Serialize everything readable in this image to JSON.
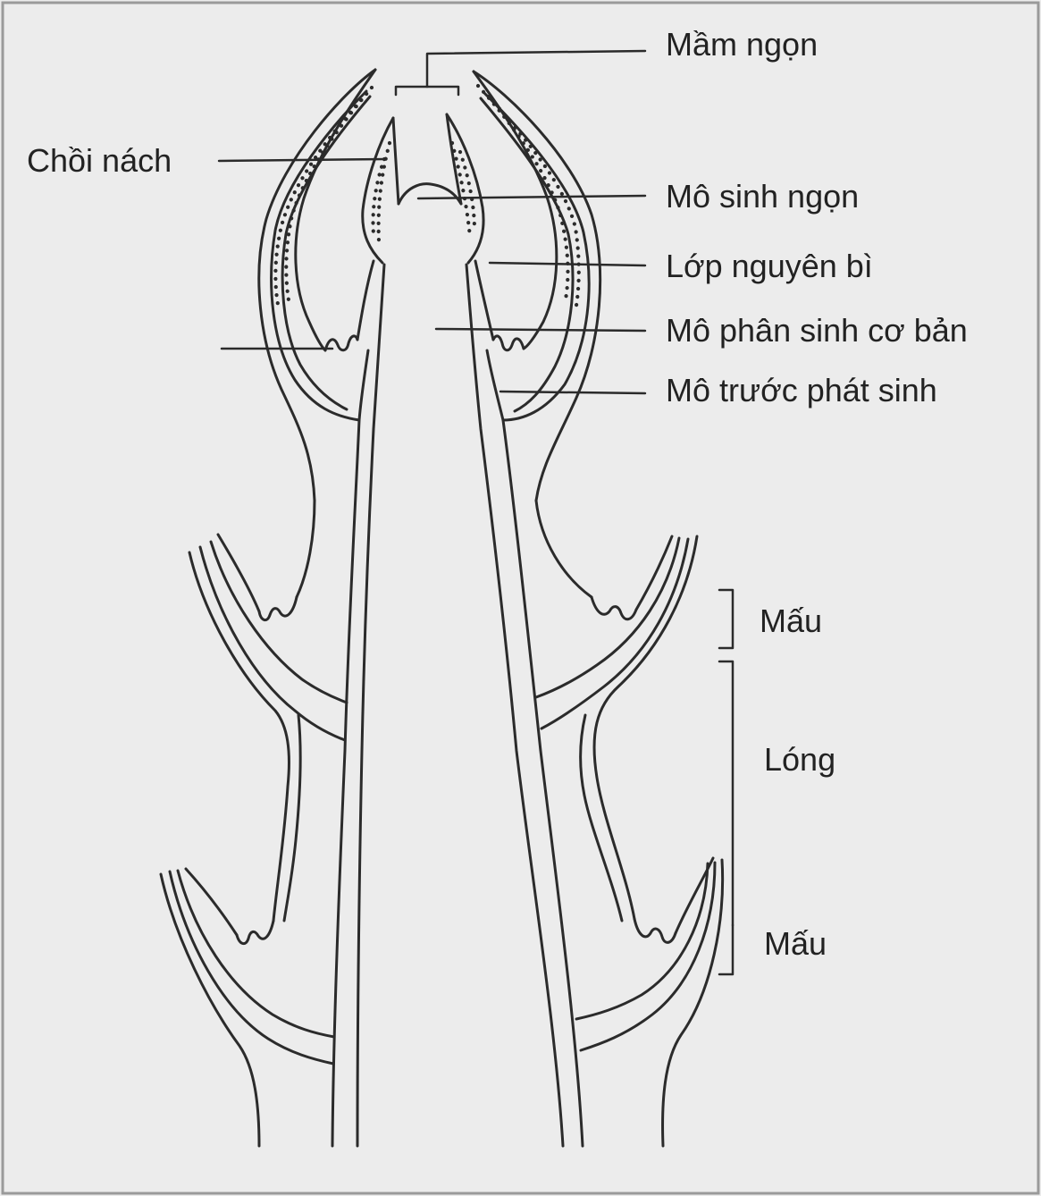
{
  "labels": {
    "apical_bud": "Mầm ngọn",
    "axillary_bud": "Chồi nách",
    "apical_meristem": "Mô sinh ngọn",
    "protoderm": "Lớp nguyên bì",
    "ground_meristem": "Mô phân sinh cơ bản",
    "procambium": "Mô trước phát sinh",
    "node_upper": "Mấu",
    "internode": "Lóng",
    "node_lower": "Mấu"
  },
  "colors": {
    "ink": "#2b2b2b",
    "paper": "#ececec"
  }
}
